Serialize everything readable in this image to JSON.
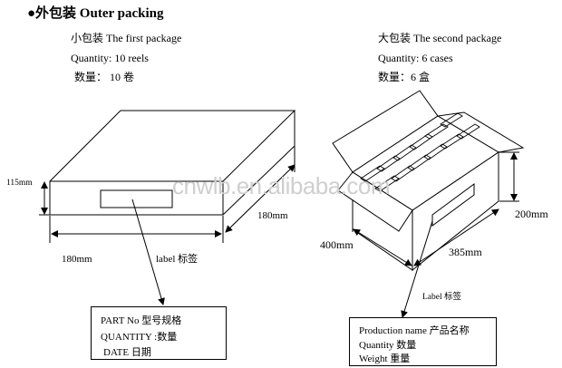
{
  "title": "●外包装 Outer packing",
  "first_package": {
    "heading": "小包装 The first package",
    "quantity_en": "Quantity: 10 reels",
    "quantity_cn": "数量：  10 卷",
    "height_dim": "115mm",
    "width_dim": "180mm",
    "depth_dim": "180mm",
    "label_caption": "label 标签",
    "label_box": [
      "PART  No 型号规格",
      "QUANTITY :数量",
      "DATE 日期"
    ]
  },
  "second_package": {
    "heading": "大包装 The second package",
    "quantity_en": "Quantity: 6 cases",
    "quantity_cn": "数量：6 盒",
    "height_dim": "200mm",
    "length_dim": "400mm",
    "width_dim": "385mm",
    "label_caption": "Label 标签",
    "label_box": [
      "Production name 产品名称",
      "Quantity 数量",
      "Weight 重量"
    ]
  },
  "watermark": "cnwlb.en.alibaba.com"
}
